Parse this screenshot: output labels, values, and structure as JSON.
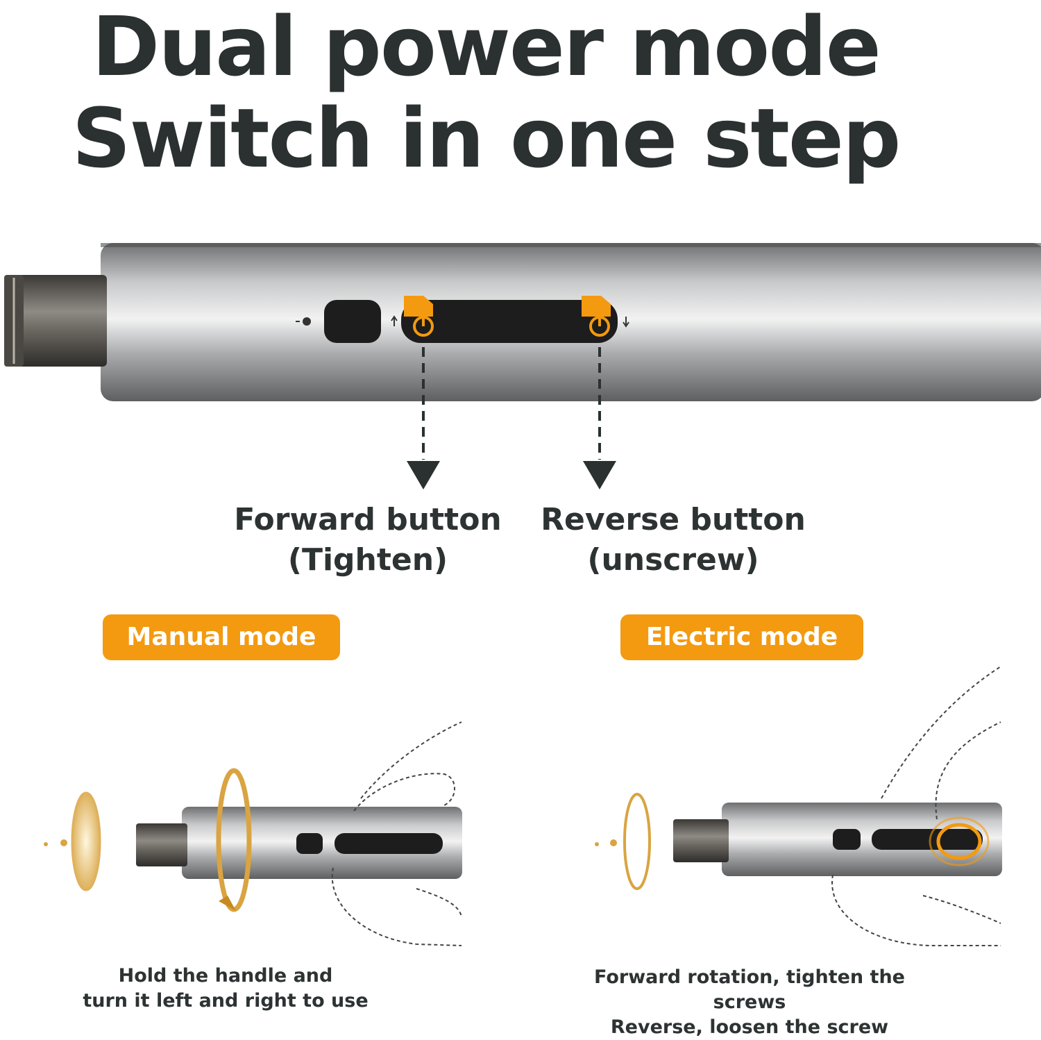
{
  "title": {
    "line1": "Dual power mode",
    "line2": "Switch in one step"
  },
  "buttons": {
    "forward": {
      "line1": "Forward button",
      "line2": "(Tighten)"
    },
    "reverse": {
      "line1": "Reverse button",
      "line2": "(unscrew)"
    }
  },
  "modes": {
    "manual": {
      "label": "Manual mode",
      "caption_line1": "Hold the handle and",
      "caption_line2": "turn it left and right to use"
    },
    "electric": {
      "label": "Electric mode",
      "caption_line1": "Forward rotation, tighten the screws",
      "caption_line2": "Reverse, loosen the screw"
    }
  },
  "colors": {
    "accent": "#f39a10",
    "text": "#2b3030",
    "button_dark": "#1d1d1d"
  }
}
